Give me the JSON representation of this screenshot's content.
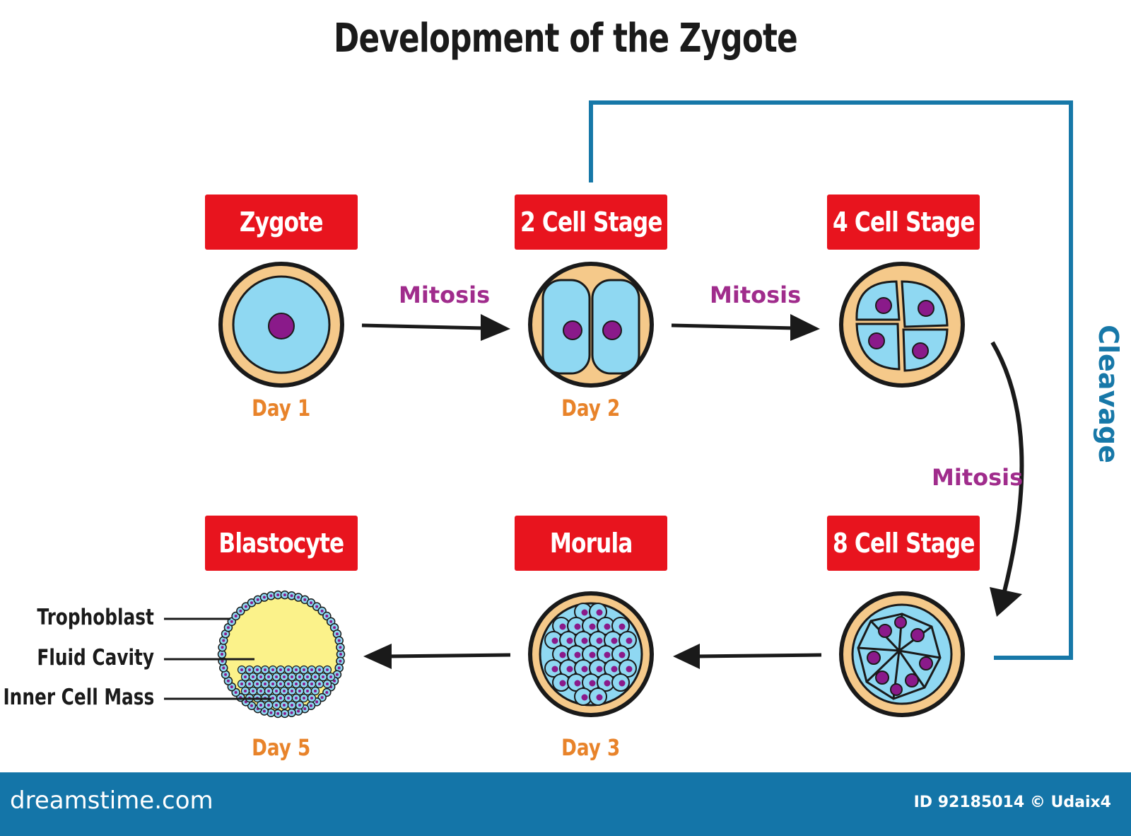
{
  "title": "Development of the Zygote",
  "stages": [
    {
      "key": "zygote",
      "label": "Zygote",
      "day": "Day 1"
    },
    {
      "key": "two-cell",
      "label": "2 Cell Stage",
      "day": "Day 2"
    },
    {
      "key": "four-cell",
      "label": "4 Cell Stage",
      "day": ""
    },
    {
      "key": "eight-cell",
      "label": "8 Cell Stage",
      "day": ""
    },
    {
      "key": "morula",
      "label": "Morula",
      "day": "Day 3"
    },
    {
      "key": "blastocyte",
      "label": "Blastocyte",
      "day": "Day 5"
    }
  ],
  "transitions": {
    "mitosis_1": "Mitosis",
    "mitosis_2": "Mitosis",
    "mitosis_3": "Mitosis"
  },
  "cleavage_label": "Cleavage",
  "blastocyte_parts": {
    "trophoblast": "Trophoblast",
    "fluid_cavity": "Fluid Cavity",
    "inner_cell_mass": "Inner Cell Mass"
  },
  "footer": {
    "brand": "dreamstime.com",
    "credit": "ID 92185014 © Udaix4"
  },
  "colors": {
    "label_bg": "#e8141e",
    "day_text": "#e8832a",
    "mitosis_text": "#a02c8c",
    "cleavage_line": "#1778a8",
    "cell_fill": "#8fd8f2",
    "zona_fill": "#f5c98a",
    "nucleus": "#8a1a8a",
    "cavity_fill": "#fbf28a",
    "footer_bg": "#1475a8"
  }
}
